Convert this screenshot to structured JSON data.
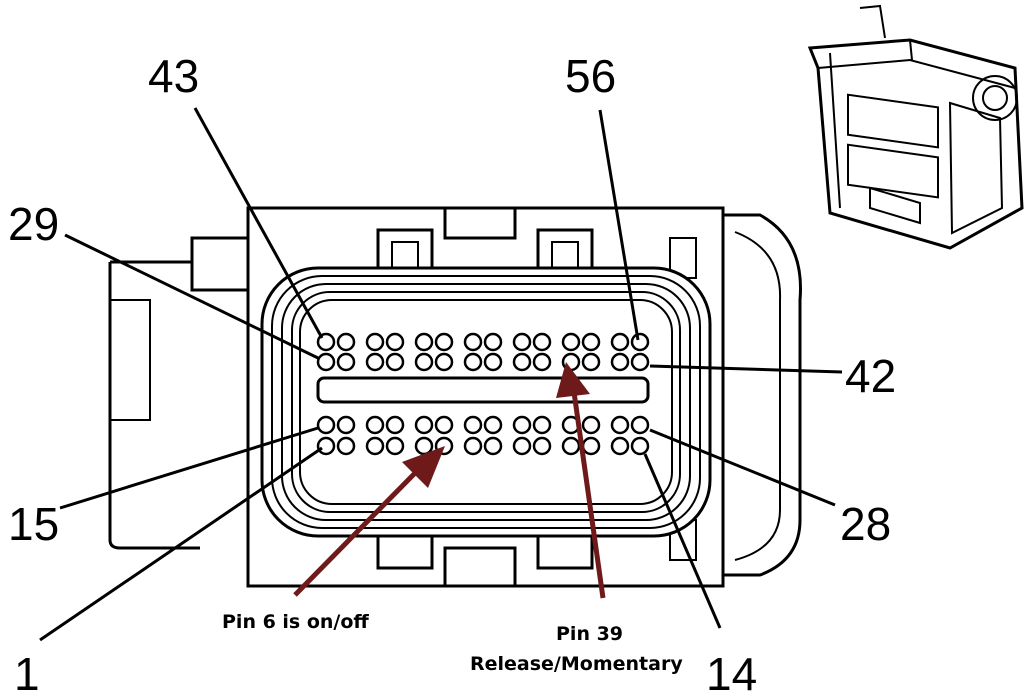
{
  "pin_labels": {
    "p43": "43",
    "p56": "56",
    "p29": "29",
    "p42": "42",
    "p15": "15",
    "p28": "28",
    "p1": "1",
    "p14": "14"
  },
  "annotations": {
    "pin6": "Pin 6 is on/off",
    "pin39_line1": "Pin 39",
    "pin39_line2": "Release/Momentary"
  },
  "colors": {
    "arrow": "#6e1a1a",
    "outline": "#000000",
    "background": "#ffffff"
  }
}
